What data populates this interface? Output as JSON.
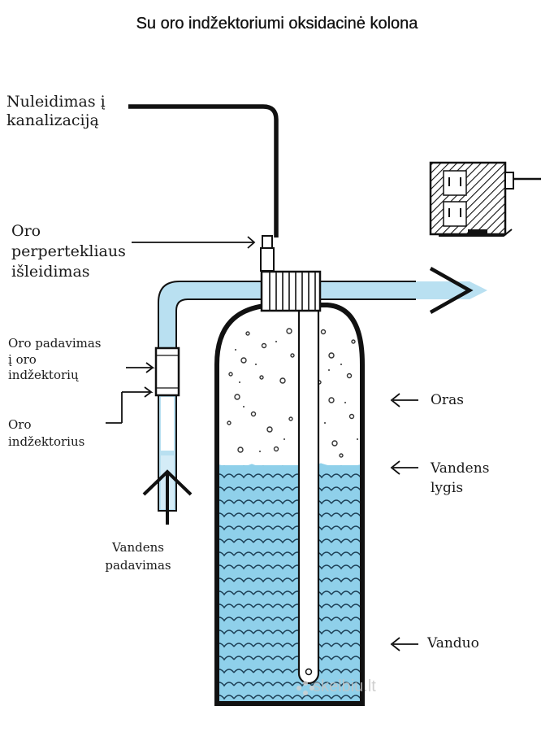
{
  "title": "Su oro indžektoriumi oksidacinė kolona",
  "labels": {
    "drain_line1": "Nuleidimas į",
    "drain_line2": "kanalizaciją",
    "excess_line1": "Oro",
    "excess_line2": "perpertekliaus",
    "excess_line3": "išleidimas",
    "air_supply_line1": "Oro padavimas",
    "air_supply_line2": "į oro",
    "air_supply_line3": "indžektorių",
    "injector_line1": "Oro",
    "injector_line2": "indžektorius",
    "water_supply_line1": "Vandens",
    "water_supply_line2": "padavimas",
    "air": "Oras",
    "water_level_line1": "Vandens",
    "water_level_line2": "lygis",
    "water": "Vanduo"
  },
  "watermark": "skelbiu.lt",
  "colors": {
    "water": "#8fd0ea",
    "pipe": "#b9e0f1",
    "outline": "#111111",
    "air": "#ffffff"
  },
  "icons": [
    "power-outlet-icon",
    "arrow-left-icon",
    "arrow-up-icon",
    "arrow-right-icon",
    "leaf-watermark-icon"
  ]
}
